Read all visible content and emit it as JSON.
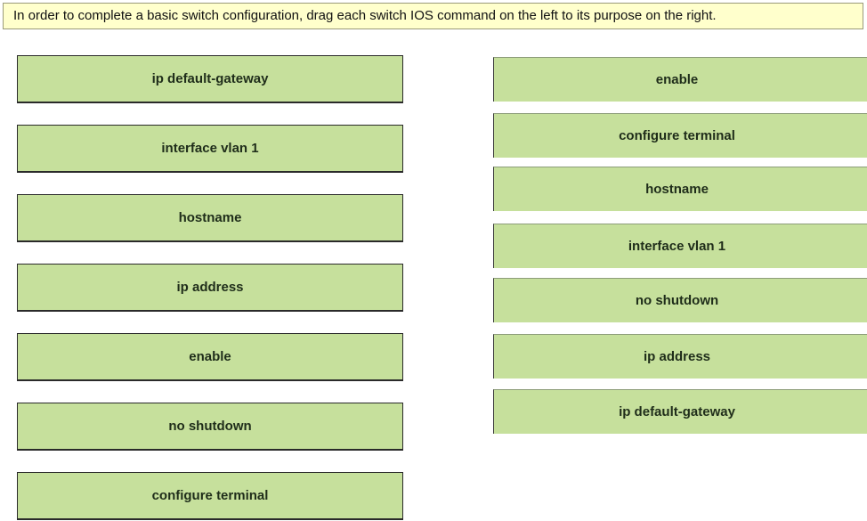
{
  "instruction": "In order to complete a basic switch configuration, drag each switch IOS command on the left to its purpose on the right.",
  "left_items": [
    "ip default-gateway",
    "interface vlan 1",
    "hostname",
    "ip address",
    "enable",
    "no shutdown",
    "configure terminal"
  ],
  "right_items": [
    "enable",
    "configure terminal",
    "hostname",
    "interface vlan 1",
    "no shutdown",
    "ip address",
    "ip default-gateway"
  ],
  "colors": {
    "box_fill": "#c6e09c",
    "instruction_fill": "#ffffcc"
  }
}
